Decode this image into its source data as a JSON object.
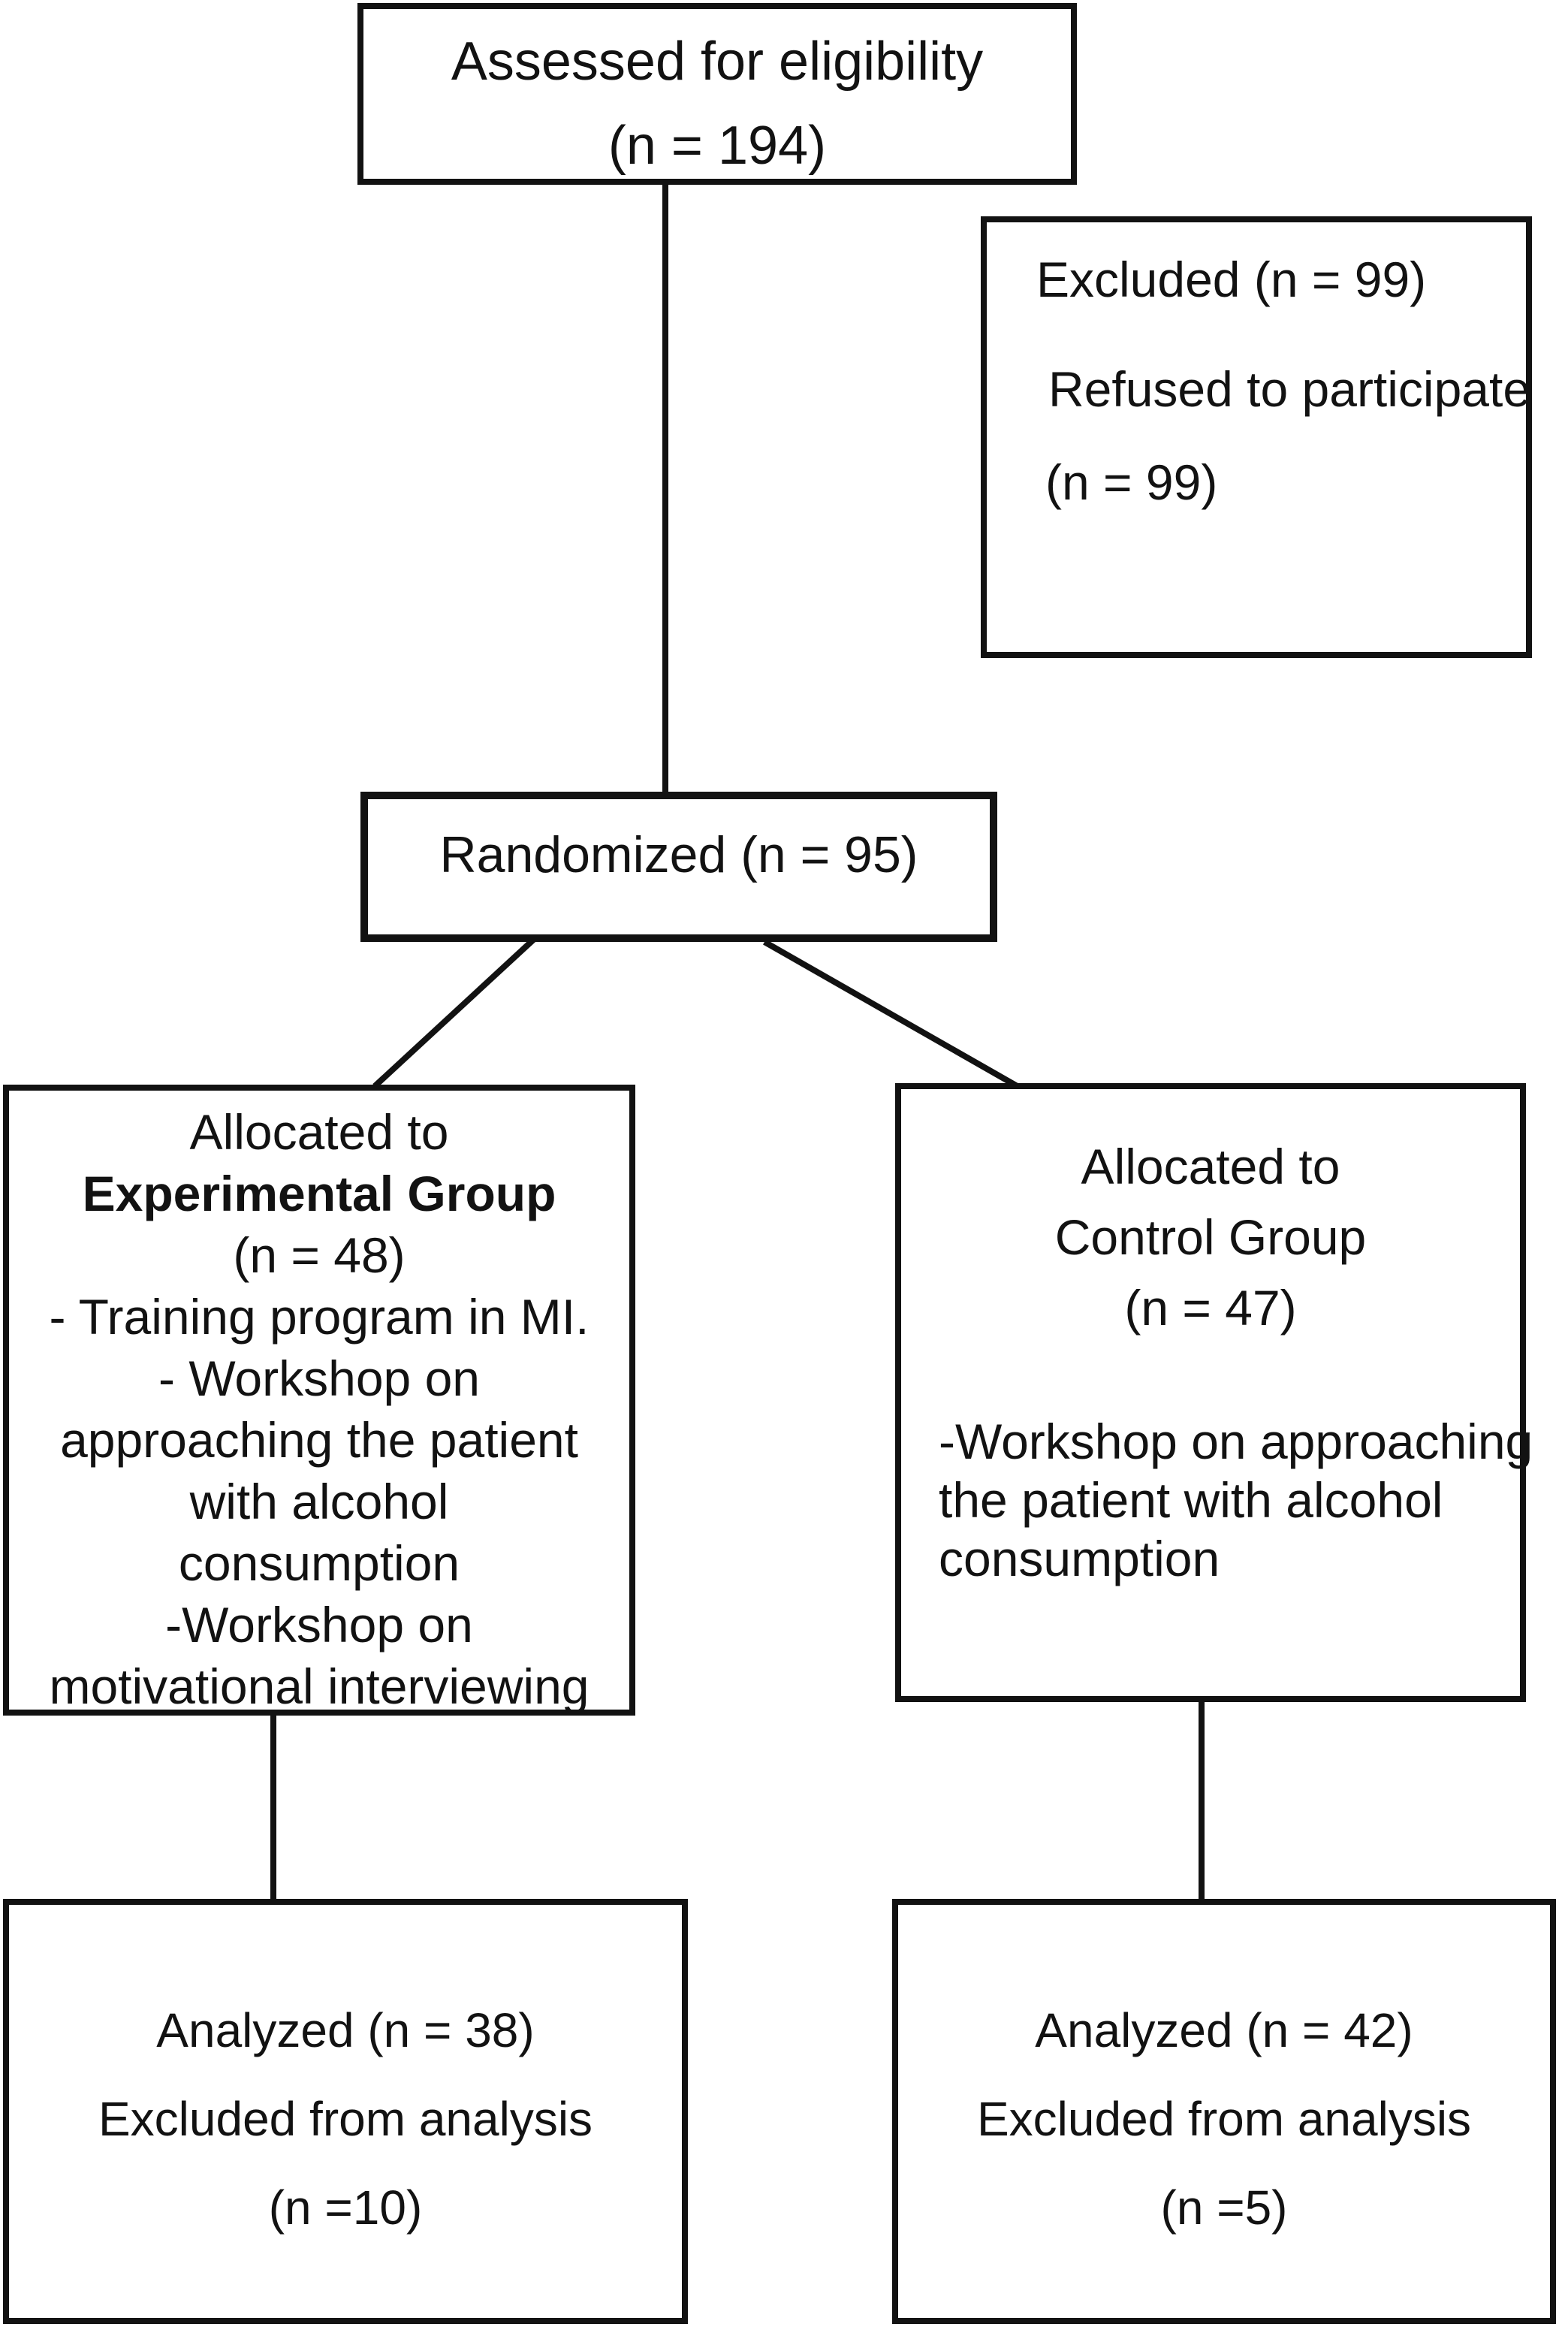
{
  "diagram": {
    "type": "flowchart",
    "line_color": "#121212",
    "background_color": "#ffffff"
  },
  "boxes": {
    "assessed": {
      "line1": "Assessed for eligibility",
      "line2": "(n = 194)"
    },
    "excluded": {
      "line1": "Excluded (n = 99)",
      "line2": "Refused to participate",
      "line3": "(n = 99)"
    },
    "randomized": {
      "line1": "Randomized (n = 95)"
    },
    "experimental": {
      "heading": [
        "Allocated to",
        "Experimental Group",
        "(n = 48)"
      ],
      "body": [
        "- Training program in MI.",
        "- Workshop on",
        "approaching the patient",
        "with alcohol",
        "consumption",
        "-Workshop on",
        "motivational interviewing"
      ]
    },
    "control": {
      "heading": [
        "Allocated to",
        "Control Group",
        "(n = 47)"
      ],
      "body": [
        "-Workshop on approaching",
        "the patient with alcohol",
        "consumption"
      ]
    },
    "analyzed_left": {
      "line1": "Analyzed (n = 38)",
      "line2": "Excluded from analysis",
      "line3": "(n =10)"
    },
    "analyzed_right": {
      "line1": "Analyzed (n = 42)",
      "line2": "Excluded from analysis",
      "line3": "(n =5)"
    }
  }
}
